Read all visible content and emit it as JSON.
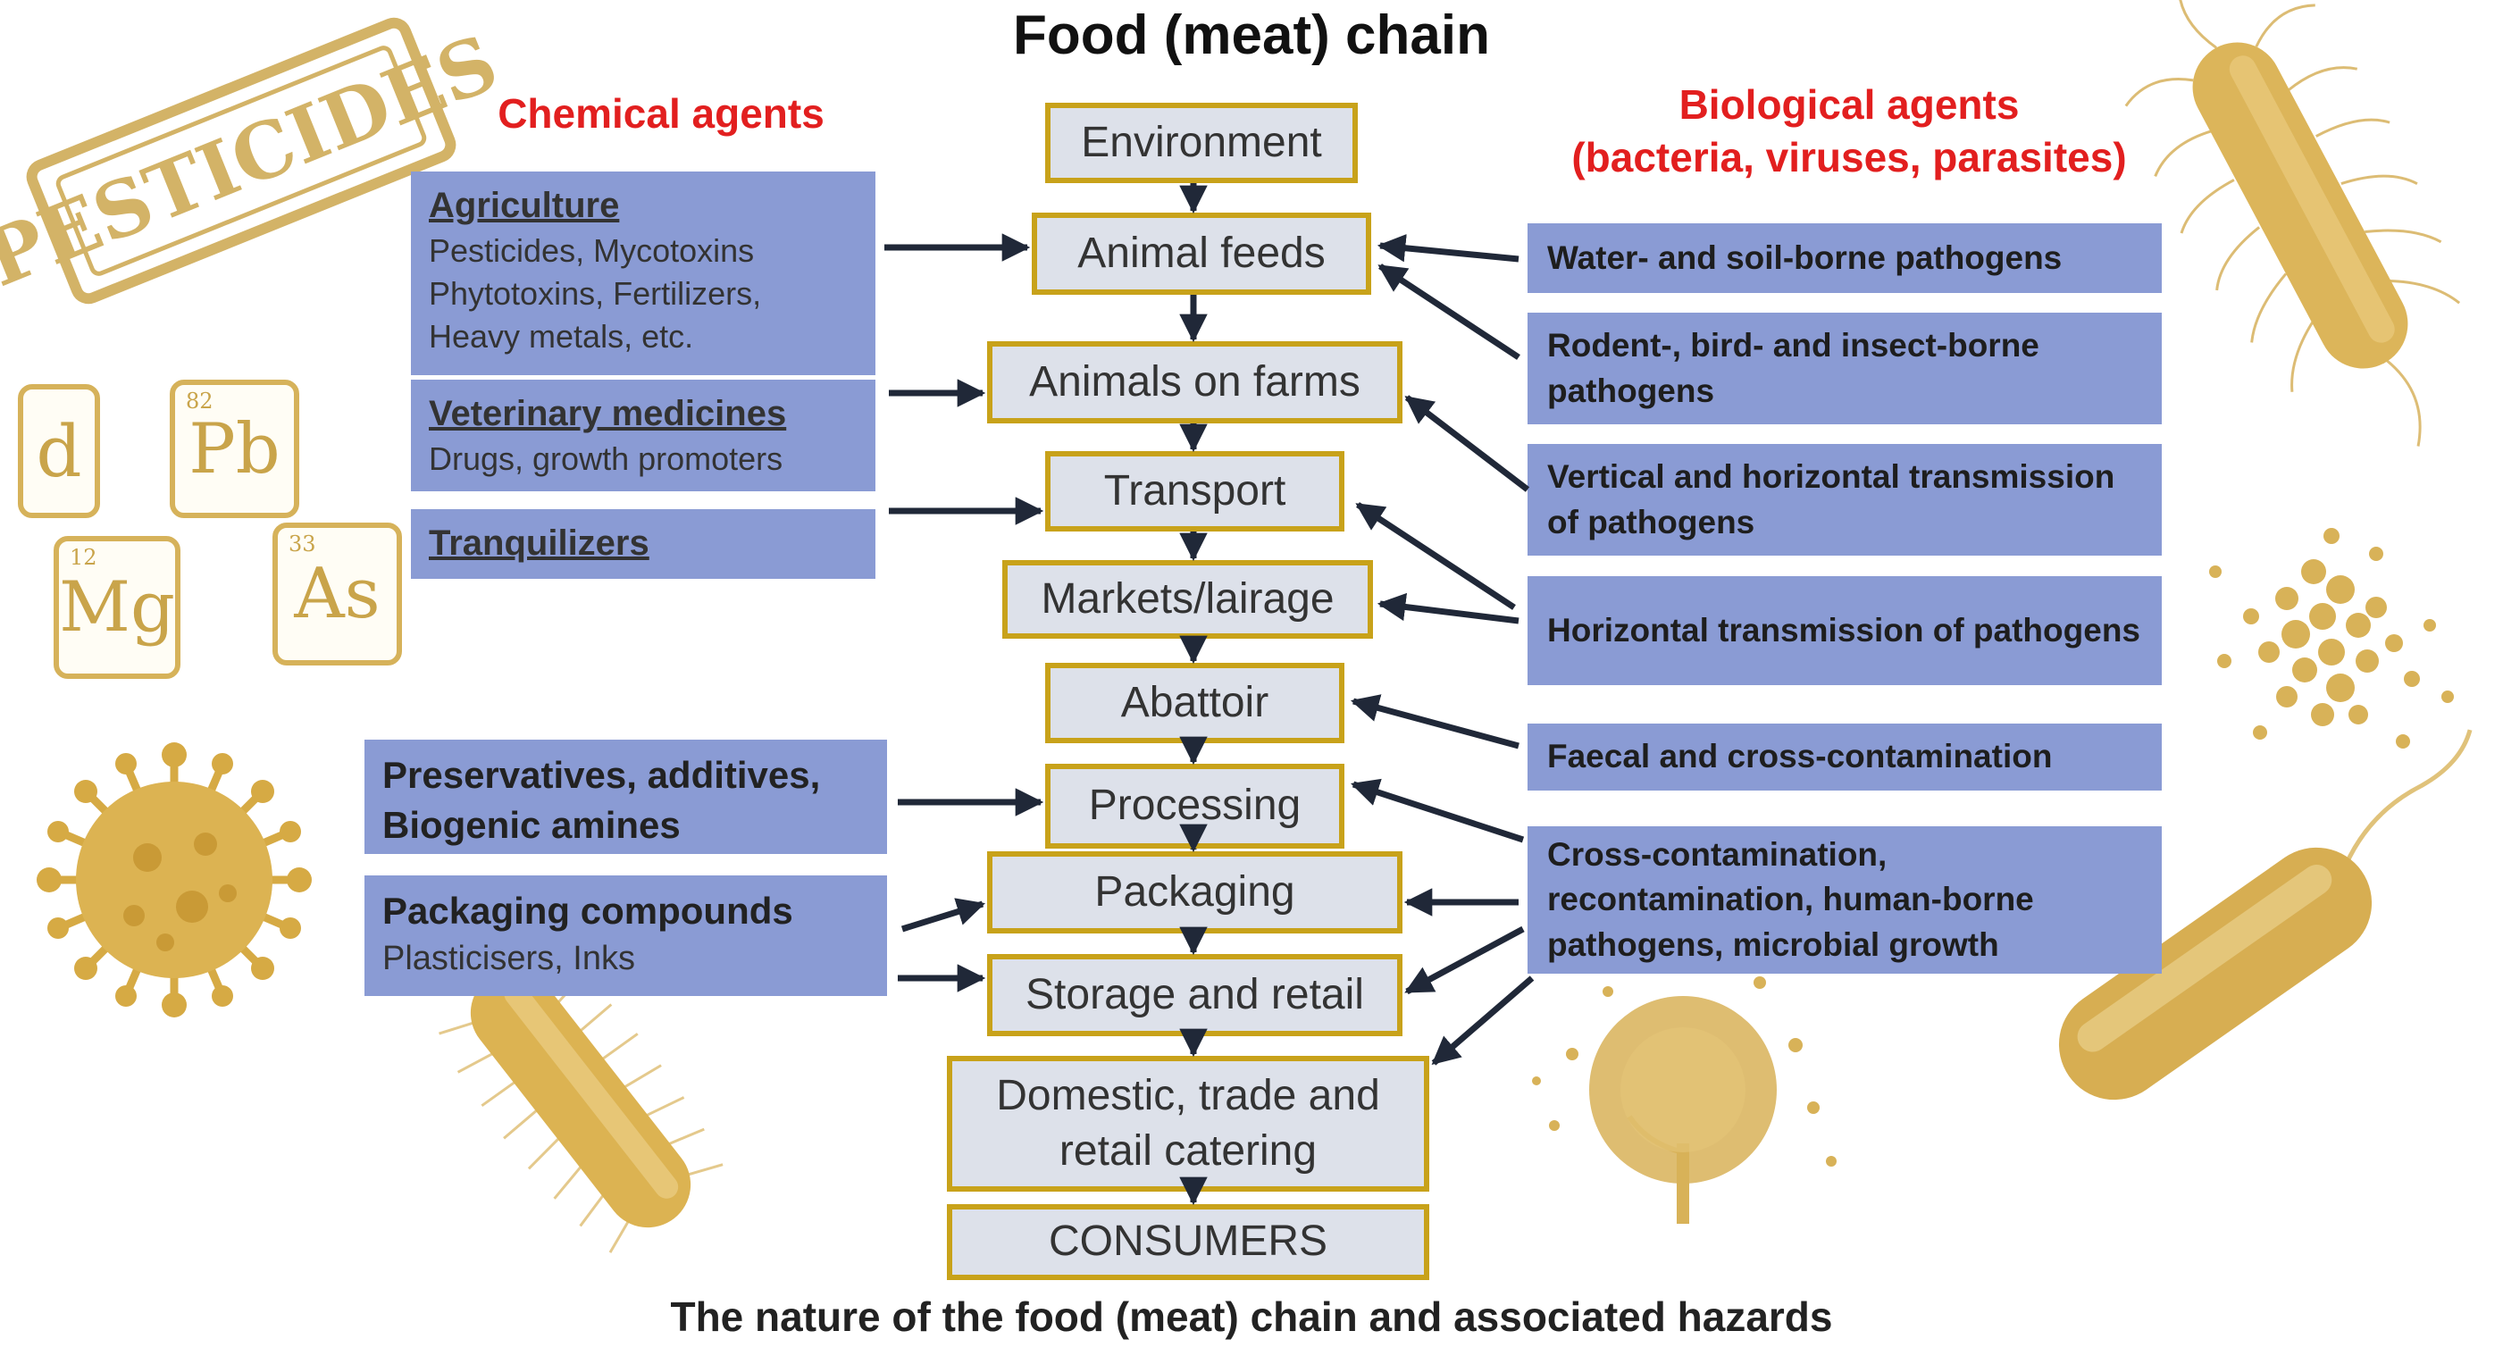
{
  "title": "Food (meat) chain",
  "caption": "The nature of the food (meat) chain and associated hazards",
  "chemical_heading": "Chemical agents",
  "biological_heading": [
    "Biological agents",
    "(bacteria, viruses, parasites)"
  ],
  "stages": [
    "Environment",
    "Animal feeds",
    "Animals on farms",
    "Transport",
    "Markets/lairage",
    "Abattoir",
    "Processing",
    "Packaging",
    "Storage and retail",
    "Domestic, trade and retail catering",
    "CONSUMERS"
  ],
  "chemical": {
    "agriculture": {
      "heading": "Agriculture",
      "lines": [
        "Pesticides, Mycotoxins",
        "Phytotoxins, Fertilizers,",
        "Heavy metals, etc."
      ]
    },
    "veterinary": {
      "heading": "Veterinary  medicines",
      "lines": [
        "Drugs, growth promoters"
      ]
    },
    "tranquilizers": {
      "heading": "Tranquilizers"
    },
    "preservatives": {
      "lines": [
        "Preservatives, additives,",
        "Biogenic amines"
      ]
    },
    "packaging": {
      "heading": "Packaging compounds",
      "lines": [
        "Plasticisers, Inks"
      ]
    }
  },
  "biological": [
    "Water- and soil-borne pathogens",
    "Rodent-, bird- and insect-borne pathogens",
    "Vertical and horizontal transmission of pathogens",
    "Horizontal transmission of pathogens",
    "Faecal and cross-contamination",
    "Cross-contamination, recontamination, human-borne pathogens, microbial growth"
  ],
  "decor": {
    "stamp": "PESTICIDES",
    "elements": [
      {
        "symbol": "d",
        "number": ""
      },
      {
        "symbol": "Pb",
        "number": "82"
      },
      {
        "symbol": "Mg",
        "number": "12"
      },
      {
        "symbol": "As",
        "number": "33"
      }
    ]
  },
  "colors": {
    "stage_border": "#c8a21a",
    "stage_fill": "#dde1ea",
    "agent_box": "#8a9bd4",
    "heading_red": "#e21f1f",
    "decor_gold": "#d6b25a"
  }
}
